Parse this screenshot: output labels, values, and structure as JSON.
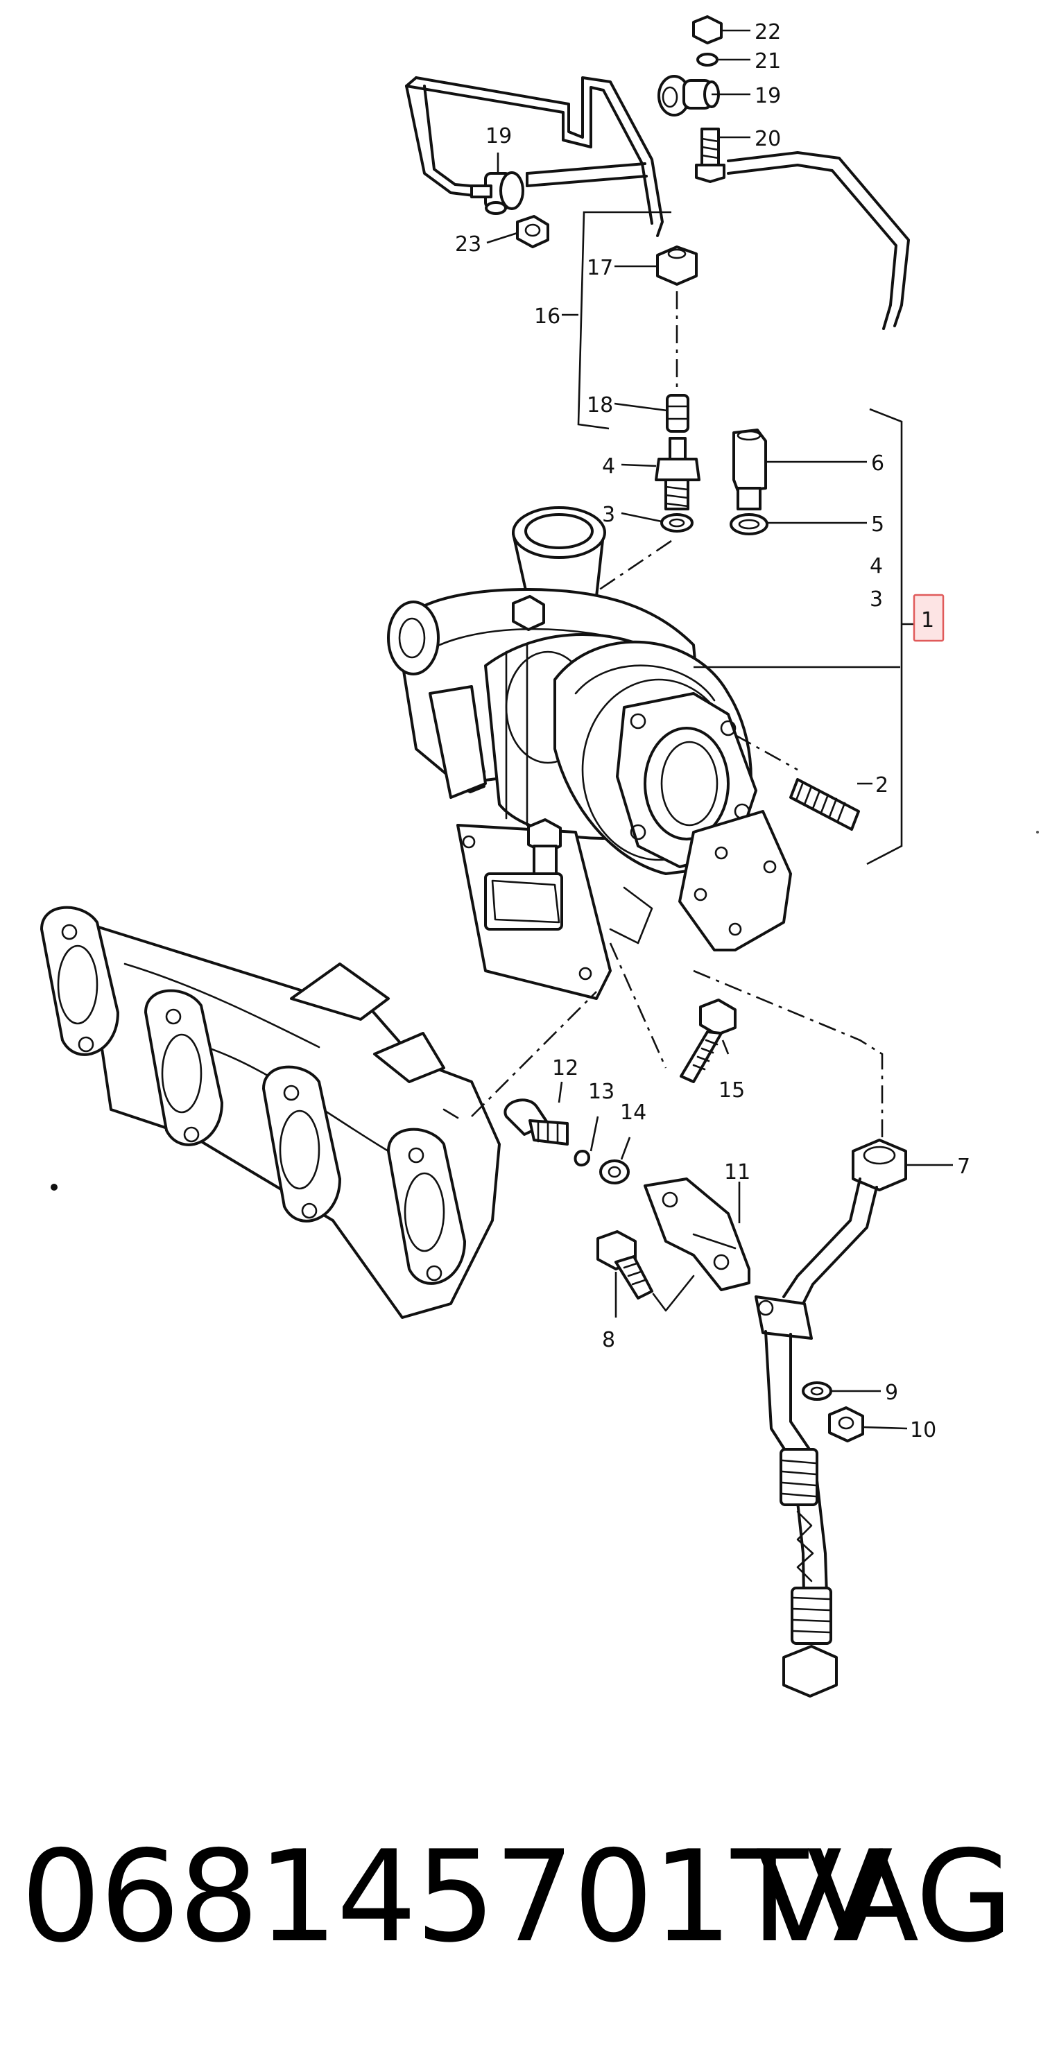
{
  "diagram": {
    "callouts": {
      "c1": "1",
      "c2": "2",
      "c3": "3",
      "c3b": "3",
      "c4": "4",
      "c4b": "4",
      "c5": "5",
      "c6": "6",
      "c7": "7",
      "c8": "8",
      "c9": "9",
      "c10": "10",
      "c11": "11",
      "c12": "12",
      "c13": "13",
      "c14": "14",
      "c15": "15",
      "c16": "16",
      "c17": "17",
      "c18": "18",
      "c19a": "19",
      "c19b": "19",
      "c20": "20",
      "c21": "21",
      "c22": "22",
      "c23": "23"
    },
    "highlight_color": "#e05a5a"
  },
  "footer": {
    "part_number": "068145701TV",
    "brand": "VAG"
  }
}
